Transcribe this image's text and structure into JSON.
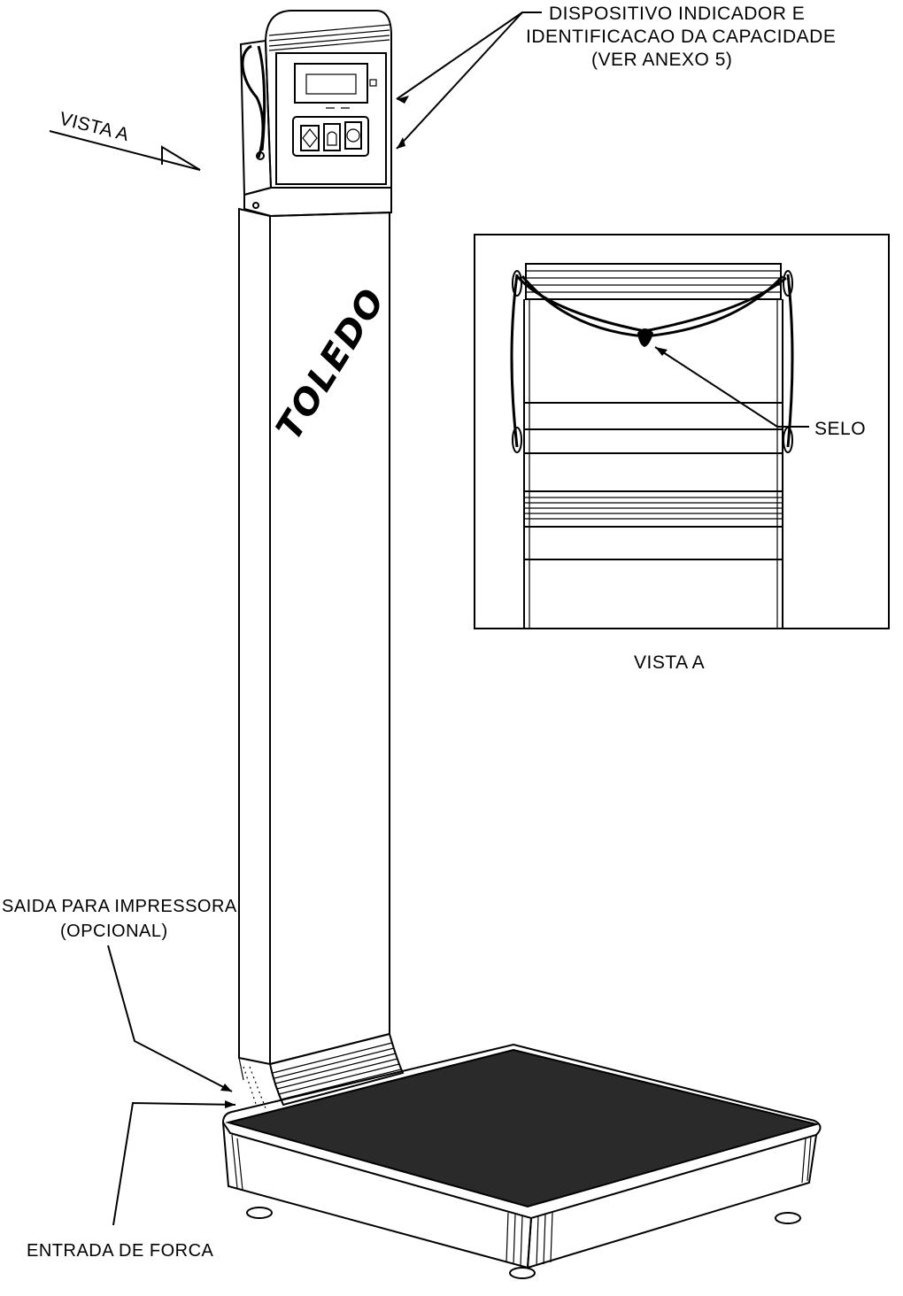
{
  "labels": {
    "indicator_line1": "DISPOSITIVO INDICADOR E",
    "indicator_line2": "IDENTIFICACAO DA CAPACIDADE",
    "indicator_line3": "(VER ANEXO 5)",
    "view_arrow": "VISTA A",
    "view_caption": "VISTA A",
    "seal": "SELO",
    "printer_line1": "SAIDA PARA IMPRESSORA",
    "printer_line2": "(OPCIONAL)",
    "power": "ENTRADA DE FORCA"
  },
  "brand": {
    "logo": "TOLEDO"
  },
  "colors": {
    "ink": "#000000",
    "paper": "#ffffff",
    "platform": "#2a2a2a"
  }
}
